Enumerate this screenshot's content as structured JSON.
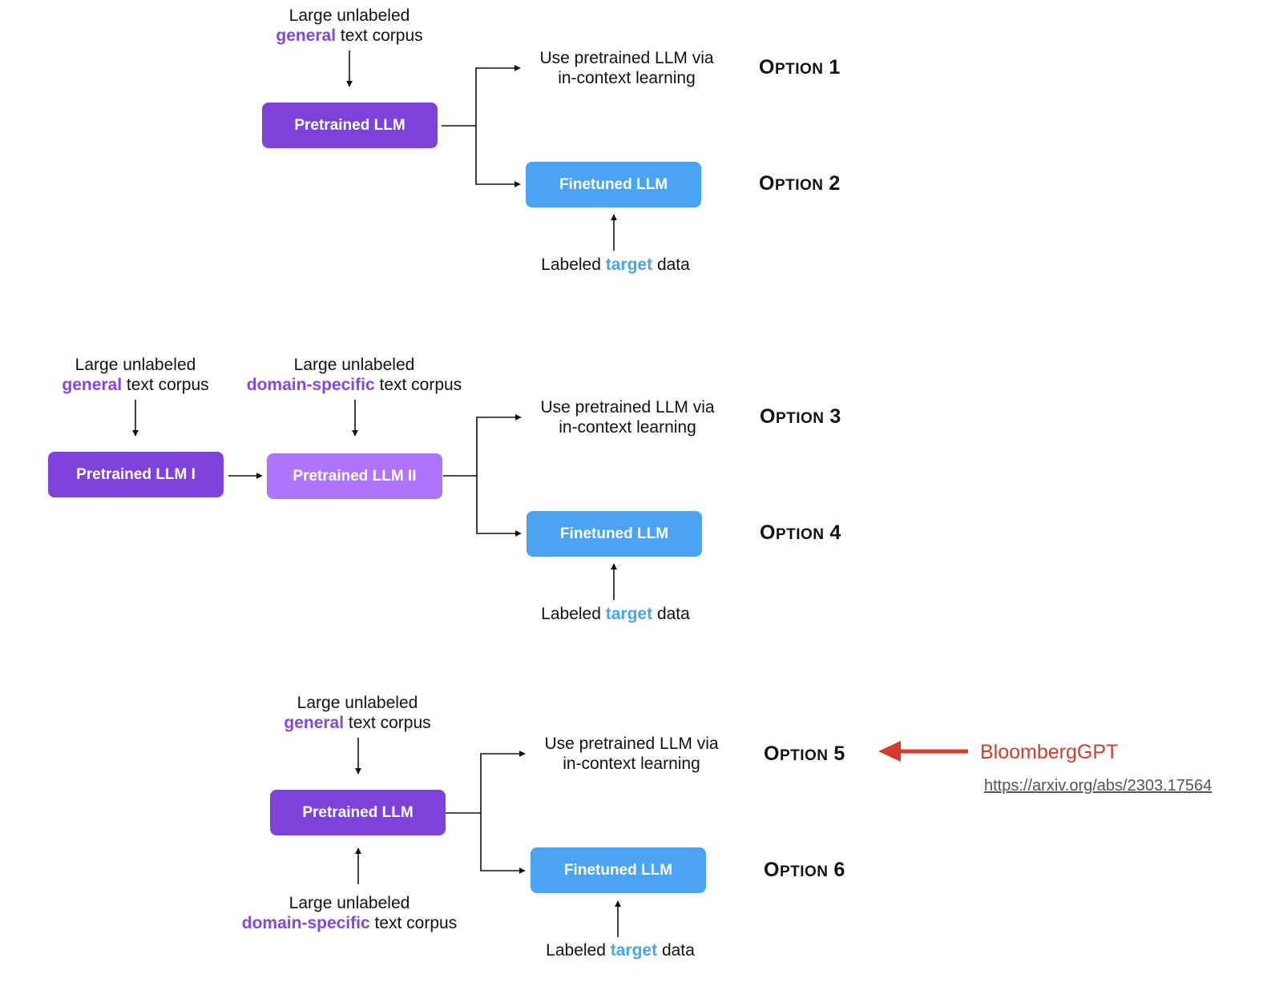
{
  "colors": {
    "pretrained": "#7e42d9",
    "pretrained_second_stage": "#ae75fb",
    "finetuned": "#4aa3f3",
    "general_highlight": "#8247dc",
    "target_highlight": "#4aa3f0",
    "bloomberg_arrow": "#d63a2d"
  },
  "section1": {
    "corpus_general": {
      "line1": "Large unlabeled",
      "emph": "general",
      "rest": " text corpus"
    },
    "pretrained": "Pretrained LLM",
    "icl": {
      "line1": "Use pretrained LLM via",
      "line2": "in-context learning"
    },
    "finetuned": "Finetuned LLM",
    "target": {
      "pre": "Labeled ",
      "emph": "target",
      "post": " data"
    },
    "option_a": {
      "first": "O",
      "rest": "ption",
      "num": "1"
    },
    "option_b": {
      "first": "O",
      "rest": "ption",
      "num": "2"
    }
  },
  "section2": {
    "corpus_general": {
      "line1": "Large unlabeled",
      "emph": "general",
      "rest": " text corpus"
    },
    "corpus_domain": {
      "line1": "Large unlabeled",
      "emph": "domain-specific",
      "rest": " text corpus"
    },
    "pretrained_1": "Pretrained LLM I",
    "pretrained_2": "Pretrained LLM II",
    "icl": {
      "line1": "Use pretrained LLM via",
      "line2": "in-context learning"
    },
    "finetuned": "Finetuned LLM",
    "target": {
      "pre": "Labeled ",
      "emph": "target",
      "post": " data"
    },
    "option_a": {
      "first": "O",
      "rest": "ption",
      "num": "3"
    },
    "option_b": {
      "first": "O",
      "rest": "ption",
      "num": "4"
    }
  },
  "section3": {
    "corpus_general": {
      "line1": "Large unlabeled",
      "emph": "general",
      "rest": " text corpus"
    },
    "corpus_domain": {
      "line1": "Large unlabeled",
      "emph": "domain-specific",
      "rest": " text corpus"
    },
    "pretrained": "Pretrained LLM",
    "icl": {
      "line1": "Use pretrained LLM via",
      "line2": "in-context learning"
    },
    "finetuned": "Finetuned LLM",
    "target": {
      "pre": "Labeled ",
      "emph": "target",
      "post": " data"
    },
    "option_a": {
      "first": "O",
      "rest": "ption",
      "num": "5"
    },
    "option_b": {
      "first": "O",
      "rest": "ption",
      "num": "6"
    }
  },
  "annotation": {
    "label": "BloombergGPT",
    "link": "https://arxiv.org/abs/2303.17564"
  }
}
